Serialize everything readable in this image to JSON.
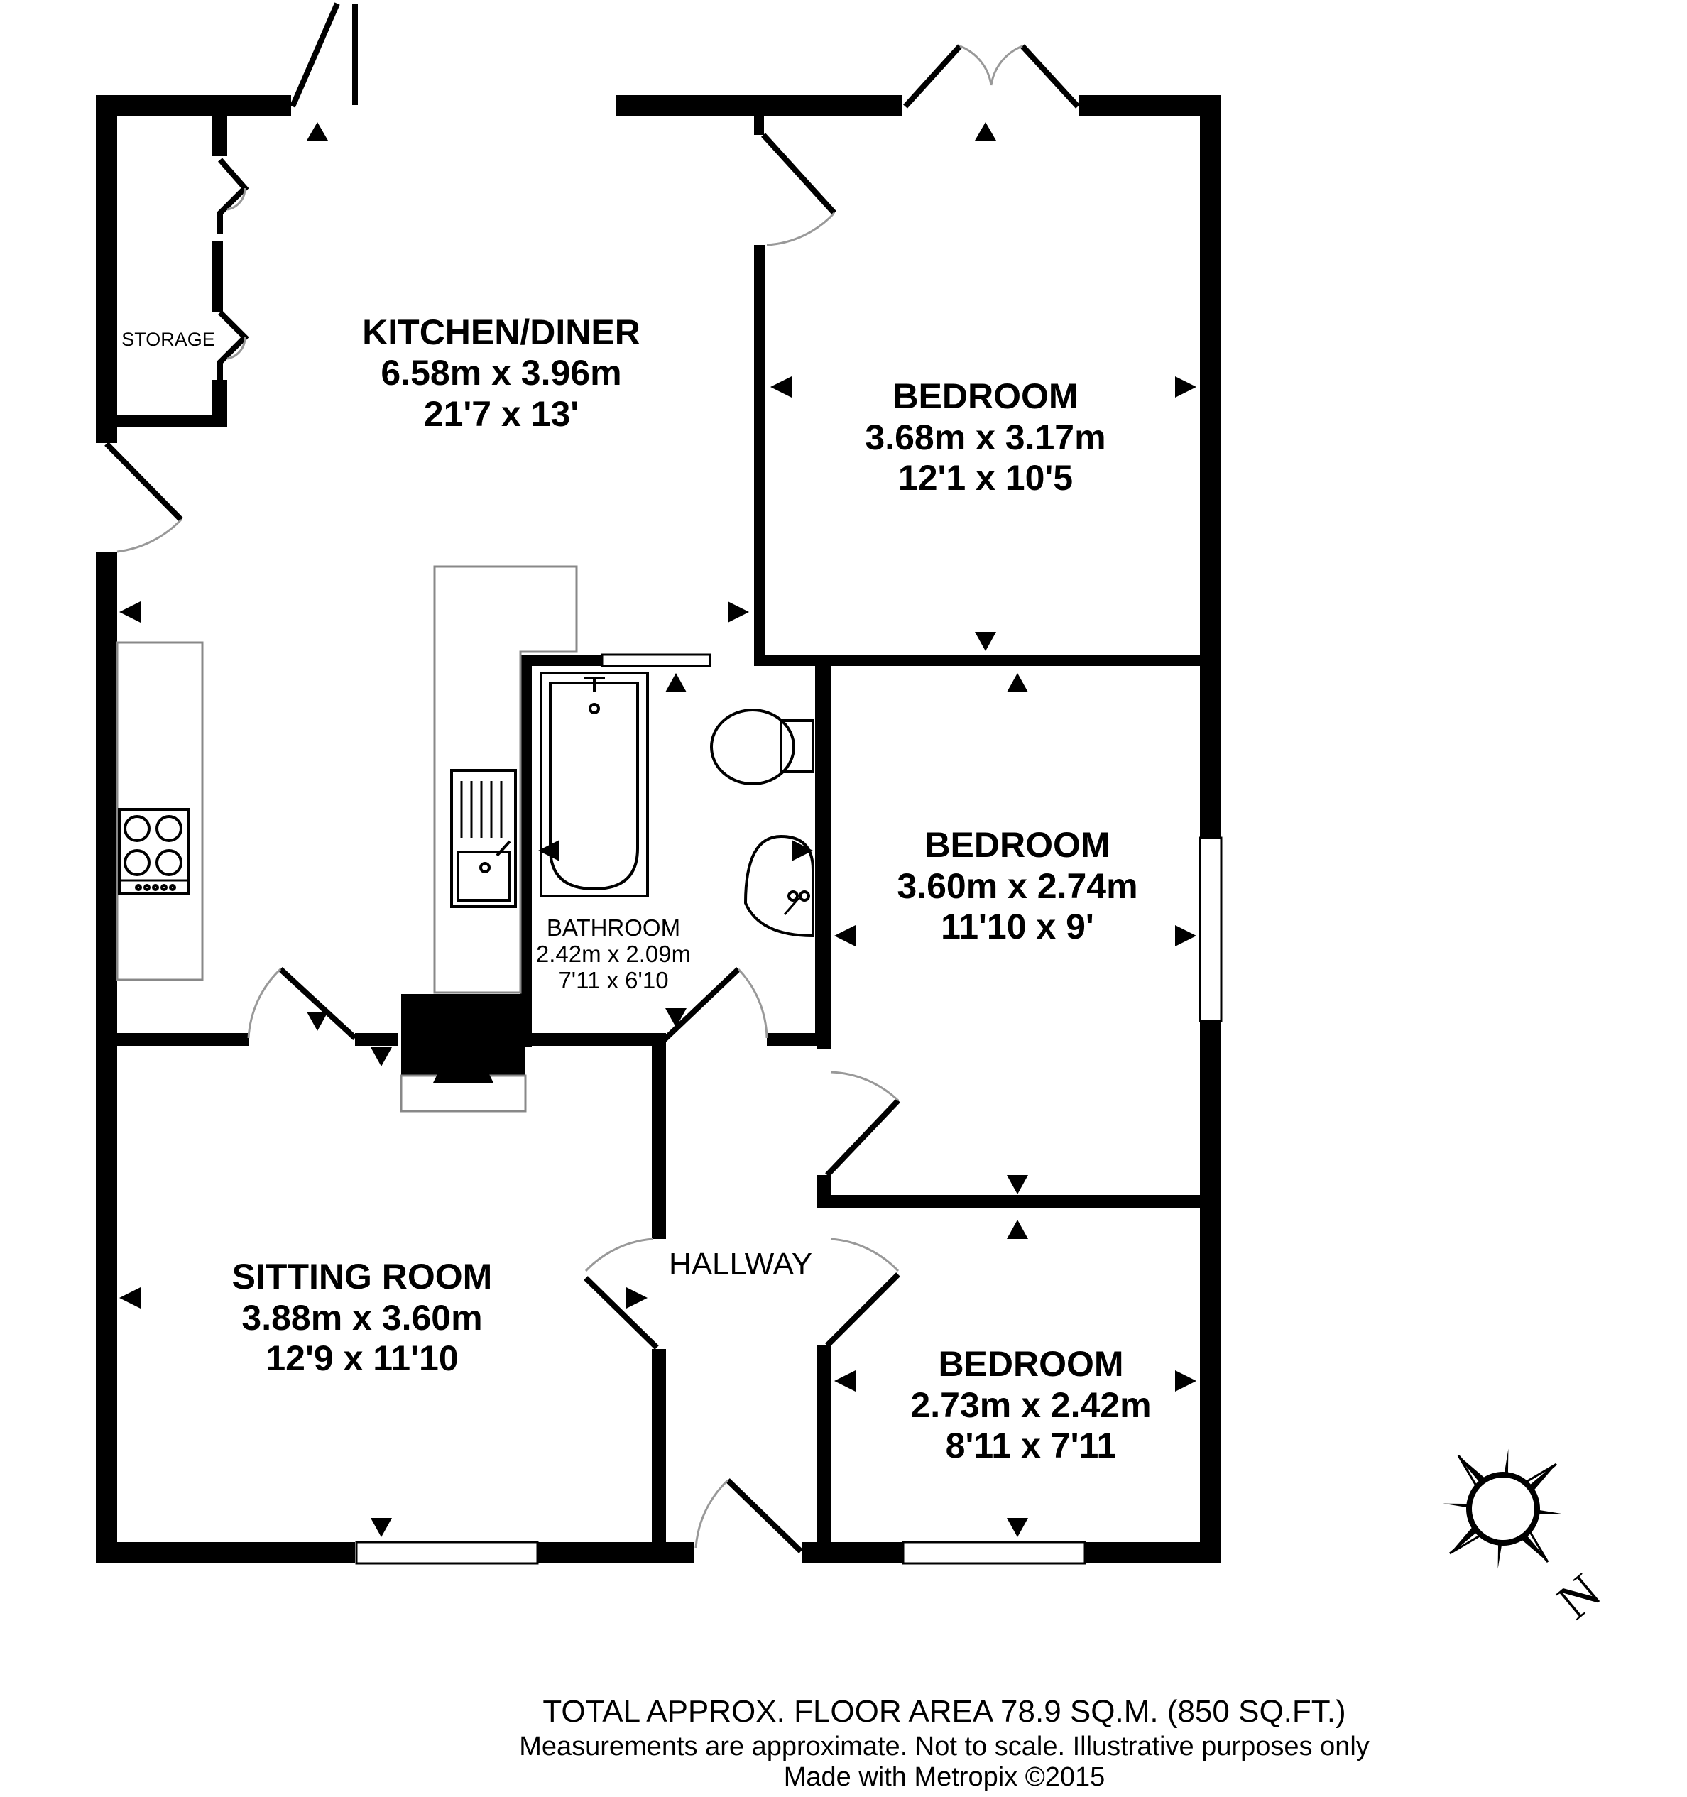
{
  "rooms": {
    "kitchen": {
      "name": "KITCHEN/DINER",
      "metric": "6.58m x 3.96m",
      "imperial": "21'7 x 13'"
    },
    "storage": {
      "name": "STORAGE"
    },
    "bedroom1": {
      "name": "BEDROOM",
      "metric": "3.68m x 3.17m",
      "imperial": "12'1 x 10'5"
    },
    "bedroom2": {
      "name": "BEDROOM",
      "metric": "3.60m x 2.74m",
      "imperial": "11'10 x 9'"
    },
    "bedroom3": {
      "name": "BEDROOM",
      "metric": "2.73m x 2.42m",
      "imperial": "8'11 x 7'11"
    },
    "bathroom": {
      "name": "BATHROOM",
      "metric": "2.42m x 2.09m",
      "imperial": "7'11 x 6'10"
    },
    "sitting": {
      "name": "SITTING ROOM",
      "metric": "3.88m x 3.60m",
      "imperial": "12'9 x 11'10"
    },
    "hallway": {
      "name": "HALLWAY"
    }
  },
  "footer": {
    "total_area": "TOTAL APPROX. FLOOR AREA 78.9 SQ.M. (850 SQ.FT.)",
    "disclaimer": "Measurements are approximate.  Not to scale.  Illustrative purposes only",
    "credit": "Made with Metropix ©2015"
  },
  "compass": {
    "north_label": "N"
  }
}
